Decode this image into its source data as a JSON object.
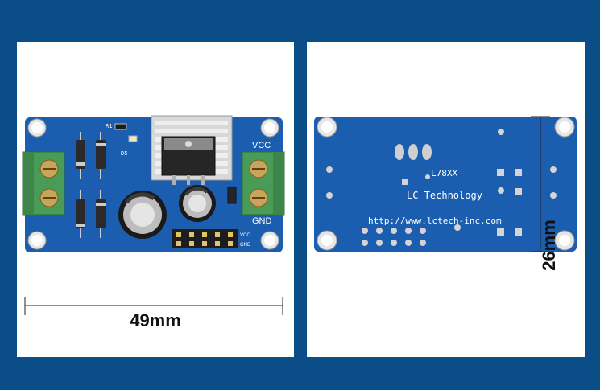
{
  "left_board": {
    "vcc_label": "VCC",
    "gnd_label": "GND",
    "r1_label": "R1",
    "d5_label": "D5",
    "header_vcc_label": "VCC",
    "header_gnd_label": "GND",
    "width_dimension": "49mm"
  },
  "right_board": {
    "chip_label": "L78XX",
    "brand_label": "LC Technology",
    "url_label": "http://www.lctech-inc.com",
    "height_dimension": "26mm"
  },
  "colors": {
    "background": "#0b4d86",
    "pcb_blue": "#1b5eb0",
    "terminal_green": "#4a9a58"
  }
}
